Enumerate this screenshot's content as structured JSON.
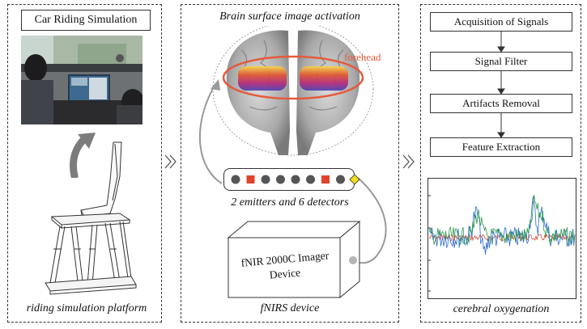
{
  "left_panel": {
    "title": "Car Riding Simulation",
    "caption": "riding simulation platform"
  },
  "middle_panel": {
    "title": "Brain surface image activation",
    "forehead_label": "forehead",
    "optode_caption": "2 emitters and 6 detectors",
    "optodes": [
      "detector",
      "emitter",
      "detector",
      "detector",
      "detector",
      "detector",
      "emitter",
      "detector"
    ],
    "device_label_line1": "fNIR 2000C Imager",
    "device_label_line2": "Device",
    "caption": "fNIRS device"
  },
  "right_panel": {
    "steps": [
      "Acquisition of Signals",
      "Signal Filter",
      "Artifacts Removal",
      "Feature Extraction"
    ],
    "caption": "cerebral oxygenation"
  },
  "colors": {
    "emitter": "#e0452b",
    "detector": "#555555",
    "forehead_ring": "#e55a3c",
    "connector": "#f2dc1a",
    "signal_blue": "#2c6cd1",
    "signal_green": "#2e9a4e",
    "signal_red": "#d94a3a"
  },
  "icons": [
    "chevron-double-right-icon",
    "up-arrow-icon",
    "car-seat-icon"
  ]
}
